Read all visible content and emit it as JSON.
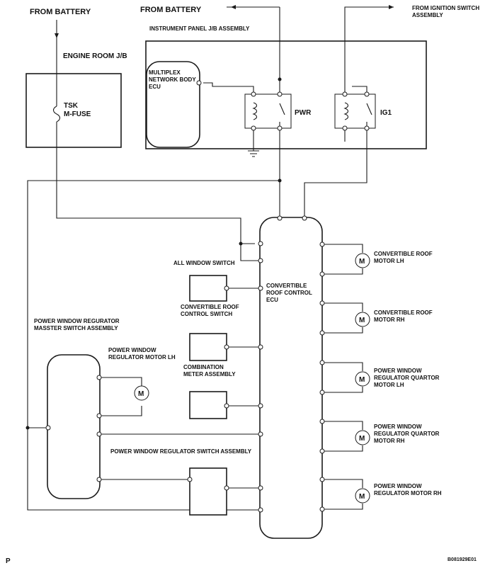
{
  "labels": {
    "from_battery_1": "FROM BATTERY",
    "from_battery_2": "FROM BATTERY",
    "from_ignition_1": "FROM IGNITION SWITCH",
    "from_ignition_2": "ASSEMBLY",
    "instrument_panel": "INSTRUMENT PANEL J/B ASSEMBLY",
    "engine_room": "ENGINE ROOM J/B",
    "fuse_1": "TSK",
    "fuse_2": "M-FUSE",
    "mpx_1": "MULTIPLEX",
    "mpx_2": "NETWORK BODY",
    "mpx_3": "ECU",
    "pwr": "PWR",
    "ig1": "IG1",
    "all_window_switch": "ALL WINDOW SWITCH",
    "ecu_1": "CONVERTIBLE",
    "ecu_2": "ROOF CONTROL",
    "ecu_3": "ECU",
    "roof_switch_1": "CONVERTIBLE ROOF",
    "roof_switch_2": "CONTROL SWITCH",
    "combo_1": "COMBINATION",
    "combo_2": "METER ASSEMBLY",
    "master_1": "POWER WINDOW REGURATOR",
    "master_2": "MASSTER SWITCH ASSEMBLY",
    "pw_motor_lh_1": "POWER WINDOW",
    "pw_motor_lh_2": "REGULATOR MOTOR LH",
    "pw_switch_assy": "POWER WINDOW REGULATOR SWITCH ASSEMBLY",
    "roof_lh_1": "CONVERTIBLE ROOF",
    "roof_lh_2": "MOTOR LH",
    "roof_rh_1": "CONVERTIBLE ROOF",
    "roof_rh_2": "MOTOR RH",
    "qlh_1": "POWER WINDOW",
    "qlh_2": "REGULATOR QUARTOR",
    "qlh_3": "MOTOR LH",
    "qrh_1": "POWER WINDOW",
    "qrh_2": "REGULATOR QUARTOR",
    "qrh_3": "MOTOR RH",
    "prh_1": "POWER WINDOW",
    "prh_2": "REGULATOR MOTOR RH",
    "motor_symbol": "M",
    "page_mark": "P",
    "code": "B081929E01"
  }
}
